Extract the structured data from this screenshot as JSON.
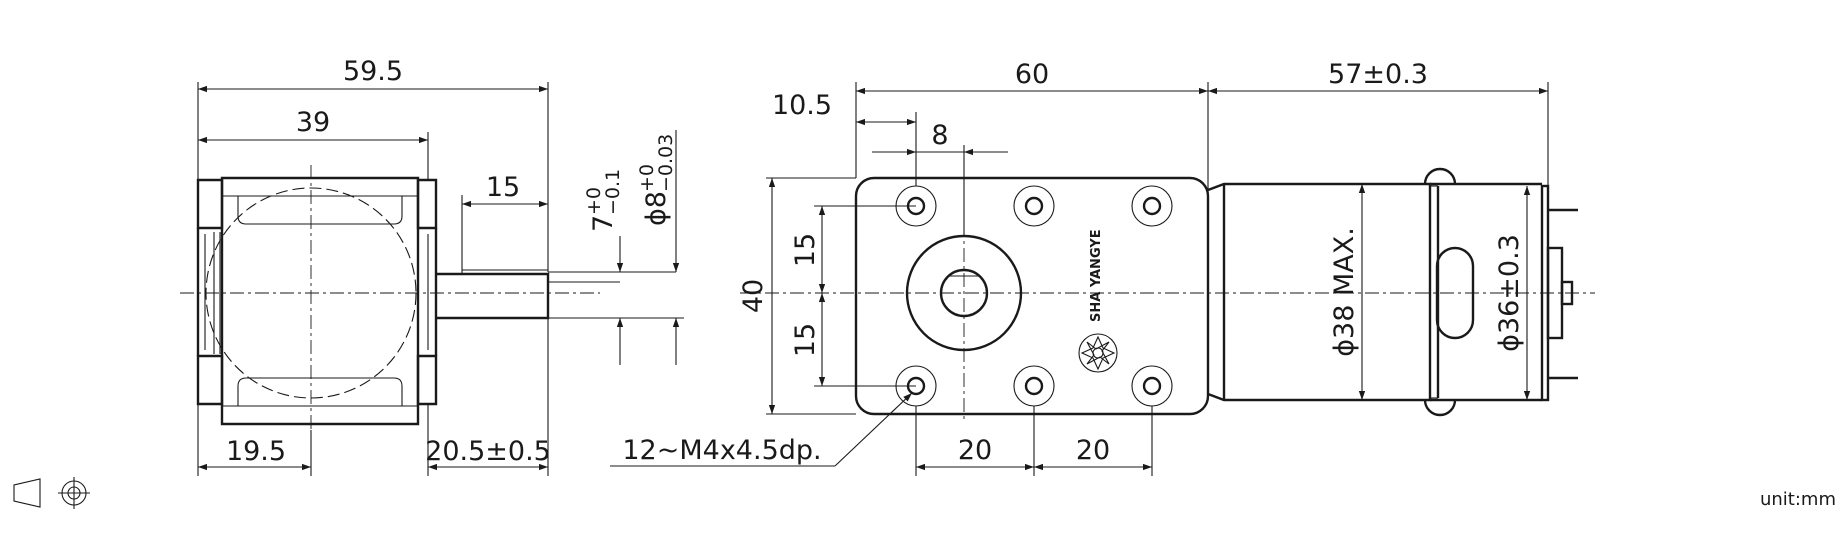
{
  "units": "unit:mm",
  "brand": "SHA YANGYE",
  "side_view": {
    "overall_length": "59.5",
    "body_length": "39",
    "shaft_length": "15",
    "bottom_left": "19.5",
    "bottom_right": "20.5±0.5",
    "shaft_flat": "7",
    "shaft_flat_tol_upper": "+0",
    "shaft_flat_tol_lower": "−0.1",
    "shaft_dia": "ϕ8",
    "shaft_dia_tol_upper": "+0",
    "shaft_dia_tol_lower": "−0.03"
  },
  "front_view": {
    "gearbox_length": "60",
    "motor_length": "57±0.3",
    "edge_to_hole": "10.5",
    "shaft_offset": "8",
    "height": "40",
    "upper_half": "15",
    "lower_half": "15",
    "hole_spacing_1": "20",
    "hole_spacing_2": "20",
    "holes_callout": "12~M4x4.5dp.",
    "motor_max_dia": "ϕ38  MAX.",
    "motor_dia": "ϕ36±0.3"
  }
}
